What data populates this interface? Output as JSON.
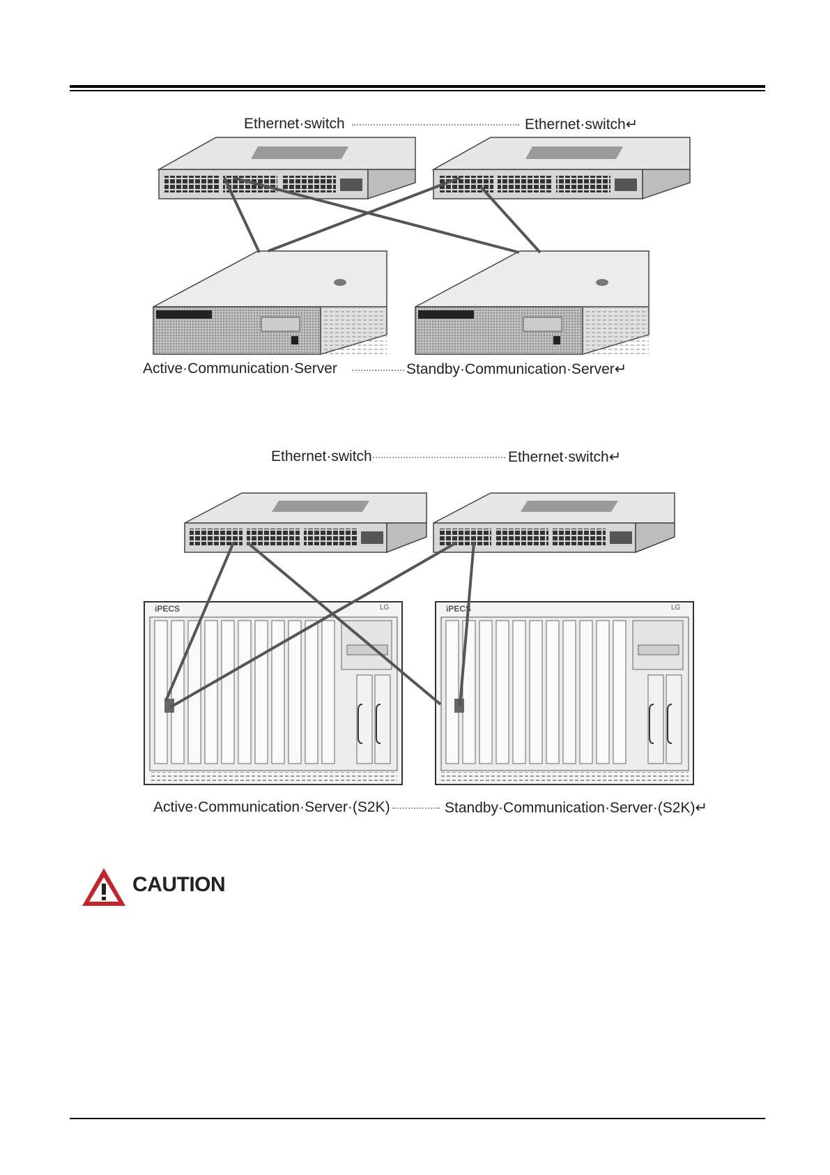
{
  "diagram1": {
    "switch_left_label": "Ethernet·switch",
    "switch_right_label": "Ethernet·switch↵",
    "server_left_label": "Active·Communication·Server",
    "server_right_label": "Standby·Communication·Server↵"
  },
  "diagram2": {
    "switch_left_label": "Ethernet·switch",
    "switch_right_label": "Ethernet·switch↵",
    "server_left_label": "Active·Communication·Server·(S2K)",
    "server_right_label": "Standby·Communication·Server·(S2K)↵",
    "chassis_brand": "iPECS",
    "chassis_logo": "LG"
  },
  "caution": {
    "label": "CAUTION",
    "icon": "warning-triangle-icon"
  },
  "colors": {
    "rule": "#000000",
    "cable": "#555555",
    "caution_red": "#c0262c"
  }
}
